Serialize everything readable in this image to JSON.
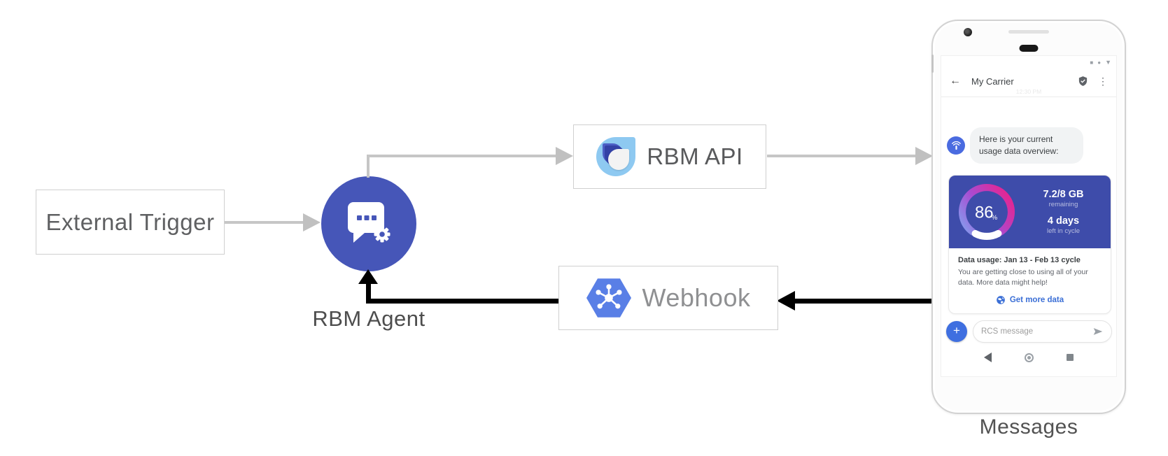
{
  "diagram": {
    "external_trigger": {
      "label": "External Trigger"
    },
    "rbm_agent": {
      "label": "RBM Agent"
    },
    "rbm_api": {
      "label": "RBM API"
    },
    "webhook": {
      "label": "Webhook"
    },
    "phone_caption": "Messages"
  },
  "phone": {
    "status_icons": {
      "square": "■",
      "dot": "●",
      "triangle": "▼"
    },
    "header": {
      "back": "←",
      "title": "My Carrier",
      "menu": "⋮"
    },
    "faint_timestamp": "12:30 PM",
    "agent_message": "Here is your current usage data overview:",
    "usage_card": {
      "gauge_percent": "86",
      "gauge_percent_sign": "%",
      "remaining_value": "7.2/8 GB",
      "remaining_label": "remaining",
      "days_value": "4 days",
      "days_label": "left in cycle",
      "title": "Data usage: Jan 13 - Feb 13 cycle",
      "body": "You are getting close to using all of your data. More data might help!",
      "action_label": "Get more data"
    },
    "composer": {
      "plus": "+",
      "placeholder": "RCS message"
    }
  },
  "colors": {
    "agent_circle": "#4656b8",
    "card_blue": "#3e4caa",
    "gauge_gradient_start": "#7fa9f2",
    "gauge_gradient_mid": "#a94bd1",
    "gauge_gradient_end": "#e8238e",
    "link_blue": "#3b6fd6",
    "plus_blue": "#3f6fe0",
    "webhook_hex_blue": "#597fe6",
    "arrow_gray": "#c6c6c6",
    "arrow_black": "#000000"
  }
}
